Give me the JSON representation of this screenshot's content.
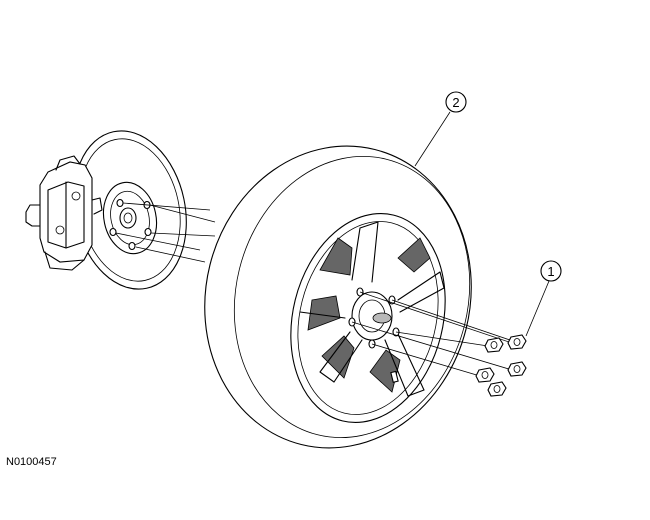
{
  "figure_id": "N0100457",
  "callouts": [
    {
      "number": "1",
      "part": "lug-nuts"
    },
    {
      "number": "2",
      "part": "wheel-and-tire"
    }
  ]
}
